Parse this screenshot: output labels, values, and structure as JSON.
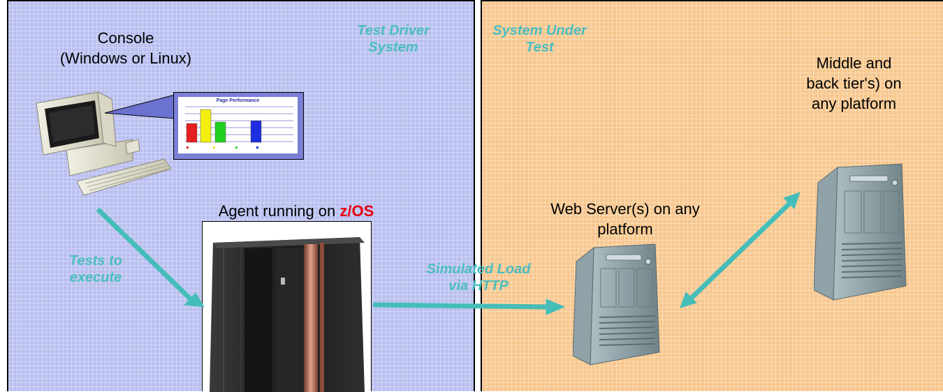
{
  "left_panel": {
    "title_line1": "Test Driver",
    "title_line2": "System",
    "console_line1": "Console",
    "console_line2": "(Windows or Linux)",
    "agent_prefix": "Agent running on ",
    "agent_platform": "z/OS",
    "arrow_label_line1": "Tests to",
    "arrow_label_line2": "execute",
    "chart_title": "Page Performance"
  },
  "right_panel": {
    "title_line1": "System Under",
    "title_line2": "Test",
    "web_line1": "Web Server(s) on any",
    "web_line2": "platform",
    "tier_line1": "Middle and",
    "tier_line2": "back tier's) on",
    "tier_line3": "any platform"
  },
  "connector": {
    "label_line1": "Simulated Load",
    "label_line2": "via HTTP"
  },
  "colors": {
    "left_bg": "#b9bff0",
    "right_bg": "#f7c78e",
    "arrow": "#45bdb9",
    "accent_red": "#e8000f"
  }
}
